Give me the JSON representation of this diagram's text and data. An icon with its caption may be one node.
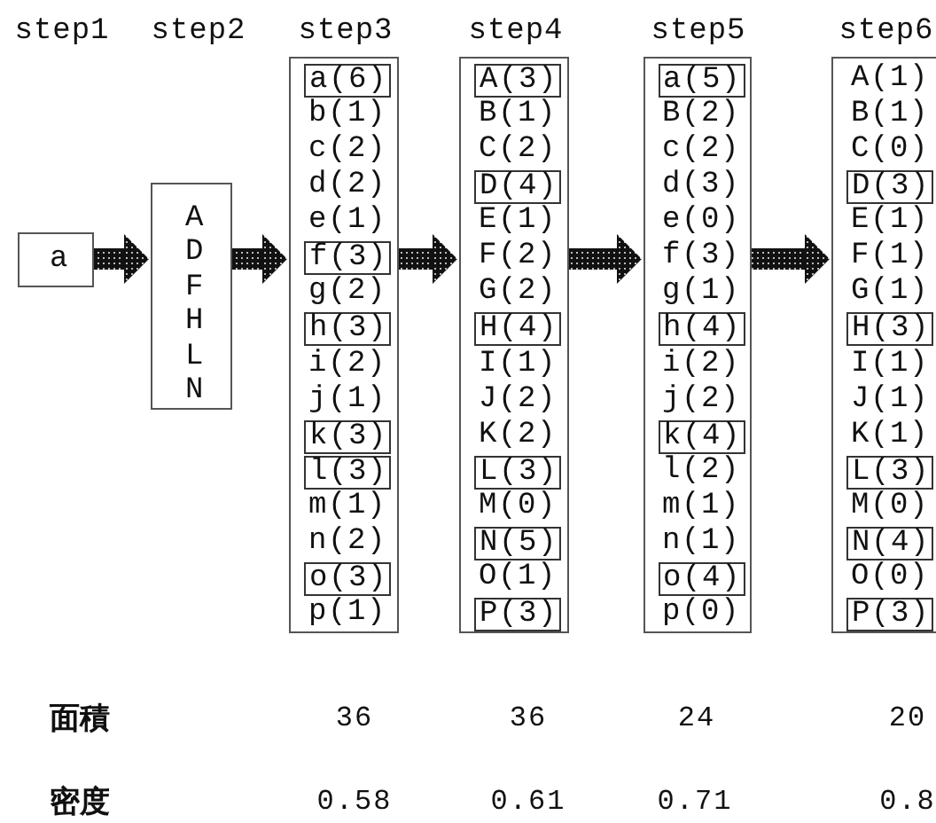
{
  "diagram": {
    "nodes": [
      {
        "text": [
          "a"
        ]
      },
      {
        "text": [
          "A",
          "D",
          "F",
          "H",
          "L",
          "N"
        ]
      },
      {
        "text": [
          "a(6)",
          "b(1)",
          "c(2)",
          "d(2)",
          "e(1)",
          "f(3)",
          "g(2)",
          "h(3)",
          "i(2)",
          "j(1)",
          "k(3)",
          "l(3)",
          "m(1)",
          "n(2)",
          "o(3)",
          "p(1)"
        ]
      },
      {
        "text": [
          "A(3)",
          "B(1)",
          "C(2)",
          "D(4)",
          "E(1)",
          "F(2)",
          "G(2)",
          "H(4)",
          "I(1)",
          "J(2)",
          "K(2)",
          "L(3)",
          "M(0)",
          "N(5)",
          "O(1)",
          "P(3)"
        ]
      },
      {
        "text": [
          "a(5)",
          "B(2)",
          "c(2)",
          "d(3)",
          "e(0)",
          "f(3)",
          "g(1)",
          "h(4)",
          "i(2)",
          "j(2)",
          "k(4)",
          "l(2)",
          "m(1)",
          "n(1)",
          "o(4)",
          "p(0)"
        ]
      },
      {
        "text": [
          "A(1)",
          "B(1)",
          "C(0)",
          "D(3)",
          "E(1)",
          "F(1)",
          "G(1)",
          "H(3)",
          "I(1)",
          "J(1)",
          "K(1)",
          "L(3)",
          "M(0)",
          "N(4)",
          "O(0)",
          "P(3)"
        ]
      }
    ],
    "edges": [
      {
        "from": 0,
        "to": 1,
        "arrow": "to"
      },
      {
        "from": 1,
        "to": 2,
        "arrow": "to"
      },
      {
        "from": 2,
        "to": 3,
        "arrow": "to"
      },
      {
        "from": 3,
        "to": 4,
        "arrow": "to"
      },
      {
        "from": 4,
        "to": 5,
        "arrow": "to"
      }
    ],
    "labels": [
      "step1",
      "step2",
      "step3",
      "step4",
      "step5",
      "step6",
      "面積",
      "36",
      "36",
      "24",
      "20",
      "密度",
      "0.58",
      "0.61",
      "0.71",
      "0.8"
    ]
  }
}
